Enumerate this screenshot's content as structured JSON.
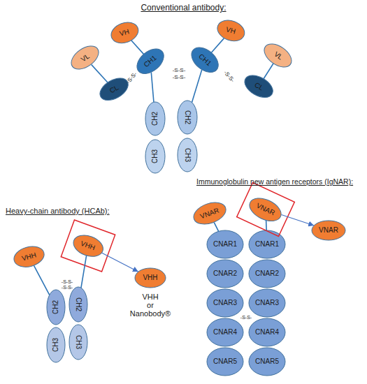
{
  "diagram": {
    "title": "Conventional antibody:",
    "nodes": [
      {
        "text": [
          "VH"
        ]
      },
      {
        "text": [
          "VH"
        ]
      },
      {
        "text": [
          "VL"
        ]
      },
      {
        "text": [
          "CH1"
        ]
      },
      {
        "text": [
          "CH1"
        ]
      },
      {
        "text": [
          "VL"
        ]
      },
      {
        "text": [
          "CL"
        ]
      },
      {
        "text": [
          "CL"
        ]
      },
      {
        "text": [
          "CH2"
        ]
      },
      {
        "text": [
          "CH2"
        ]
      },
      {
        "text": [
          "CH3"
        ]
      },
      {
        "text": [
          "CH3"
        ]
      },
      {
        "text": [
          "VHH"
        ]
      },
      {
        "text": [
          "VHH"
        ]
      },
      {
        "text": [
          "VHH"
        ]
      },
      {
        "text": [
          "CH2"
        ]
      },
      {
        "text": [
          "CH2"
        ]
      },
      {
        "text": [
          "CH3"
        ]
      },
      {
        "text": [
          "CH3"
        ]
      },
      {
        "text": [
          "VNAR"
        ]
      },
      {
        "text": [
          "VNAR"
        ]
      },
      {
        "text": [
          "VNAR"
        ]
      },
      {
        "text": [
          "CNAR1"
        ]
      },
      {
        "text": [
          "CNAR2"
        ]
      },
      {
        "text": [
          "CNAR3"
        ]
      },
      {
        "text": [
          "CNAR4"
        ]
      },
      {
        "text": [
          "CNAR5"
        ]
      },
      {
        "text": [
          "CNAR1"
        ]
      },
      {
        "text": [
          "CNAR2"
        ]
      },
      {
        "text": [
          "CNAR3"
        ]
      },
      {
        "text": [
          "CNAR4"
        ]
      },
      {
        "text": [
          "CNAR5"
        ]
      }
    ],
    "edges": [
      {
        "from": 0,
        "to": 3,
        "arrow": "none"
      },
      {
        "from": 1,
        "to": 4,
        "arrow": "none"
      },
      {
        "from": 2,
        "to": 6,
        "arrow": "none"
      },
      {
        "from": 5,
        "to": 7,
        "arrow": "none"
      },
      {
        "from": 3,
        "to": 8,
        "arrow": "none"
      },
      {
        "from": 4,
        "to": 9,
        "arrow": "none"
      },
      {
        "from": 12,
        "to": 15,
        "arrow": "none"
      },
      {
        "from": 13,
        "to": 16,
        "arrow": "none"
      },
      {
        "from": 13,
        "to": 14,
        "arrow": "to"
      },
      {
        "from": 19,
        "to": 22,
        "arrow": "none"
      },
      {
        "from": 20,
        "to": 27,
        "arrow": "none"
      },
      {
        "from": 20,
        "to": 21,
        "arrow": "to"
      }
    ],
    "labels": [
      "-S-S-",
      "-S-S-",
      "-S-S-",
      "-S-S-",
      "Immunoglobulin new antigen receptors (IgNAR):",
      "Heavy-chain antibody (HCAb):",
      "-S-S-",
      "-S-S-",
      "VHH or Nanobody®",
      "-S-S-"
    ]
  }
}
